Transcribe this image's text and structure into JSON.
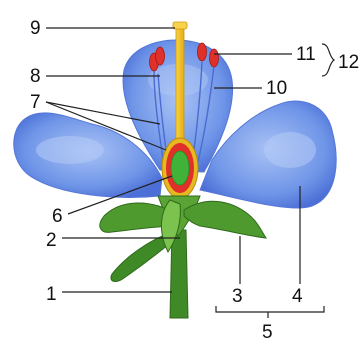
{
  "labels": {
    "l1": "1",
    "l2": "2",
    "l3": "3",
    "l4": "4",
    "l5": "5",
    "l6": "6",
    "l7": "7",
    "l8": "8",
    "l9": "9",
    "l10": "10",
    "l11": "11",
    "l12": "12"
  },
  "colors": {
    "petal": "#6f95e8",
    "petal_light": "#a9c2f5",
    "petal_dark": "#3f62c9",
    "sepal": "#4f9a2e",
    "sepal_light": "#7cc24f",
    "stem": "#3f8a26",
    "style": "#f2c12a",
    "ovary_outer": "#e8b820",
    "ovary_wall": "#e0302a",
    "ovule": "#3fb237",
    "anther": "#e0302a",
    "leader": "#222222"
  }
}
